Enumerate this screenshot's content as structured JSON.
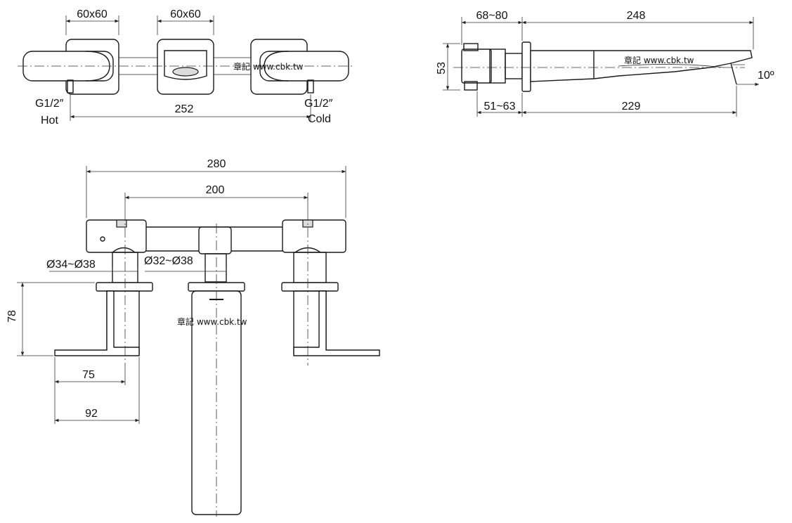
{
  "top_view": {
    "mixer_width_left": "60x60",
    "mixer_width_center": "60x60",
    "hot_inlet_size": "G1/2″",
    "hot_inlet_label": "Hot",
    "cold_inlet_size": "G1/2″",
    "cold_inlet_label": "Cold",
    "inlet_spacing": "252"
  },
  "side_view": {
    "wall_depth_range": "68~80",
    "spout_total_length": "248",
    "height": "53",
    "body_depth_range": "51~63",
    "spout_length": "229",
    "spout_angle": "10º"
  },
  "front_view": {
    "overall_width": "280",
    "handle_spacing": "200",
    "handle_hole_diameter": "Ø34~Ø38",
    "spout_hole_diameter": "Ø32~Ø38",
    "handle_height": "78",
    "handle_reach": "75",
    "handle_total_reach": "92"
  },
  "watermark": "章記 www.cbk.tw"
}
